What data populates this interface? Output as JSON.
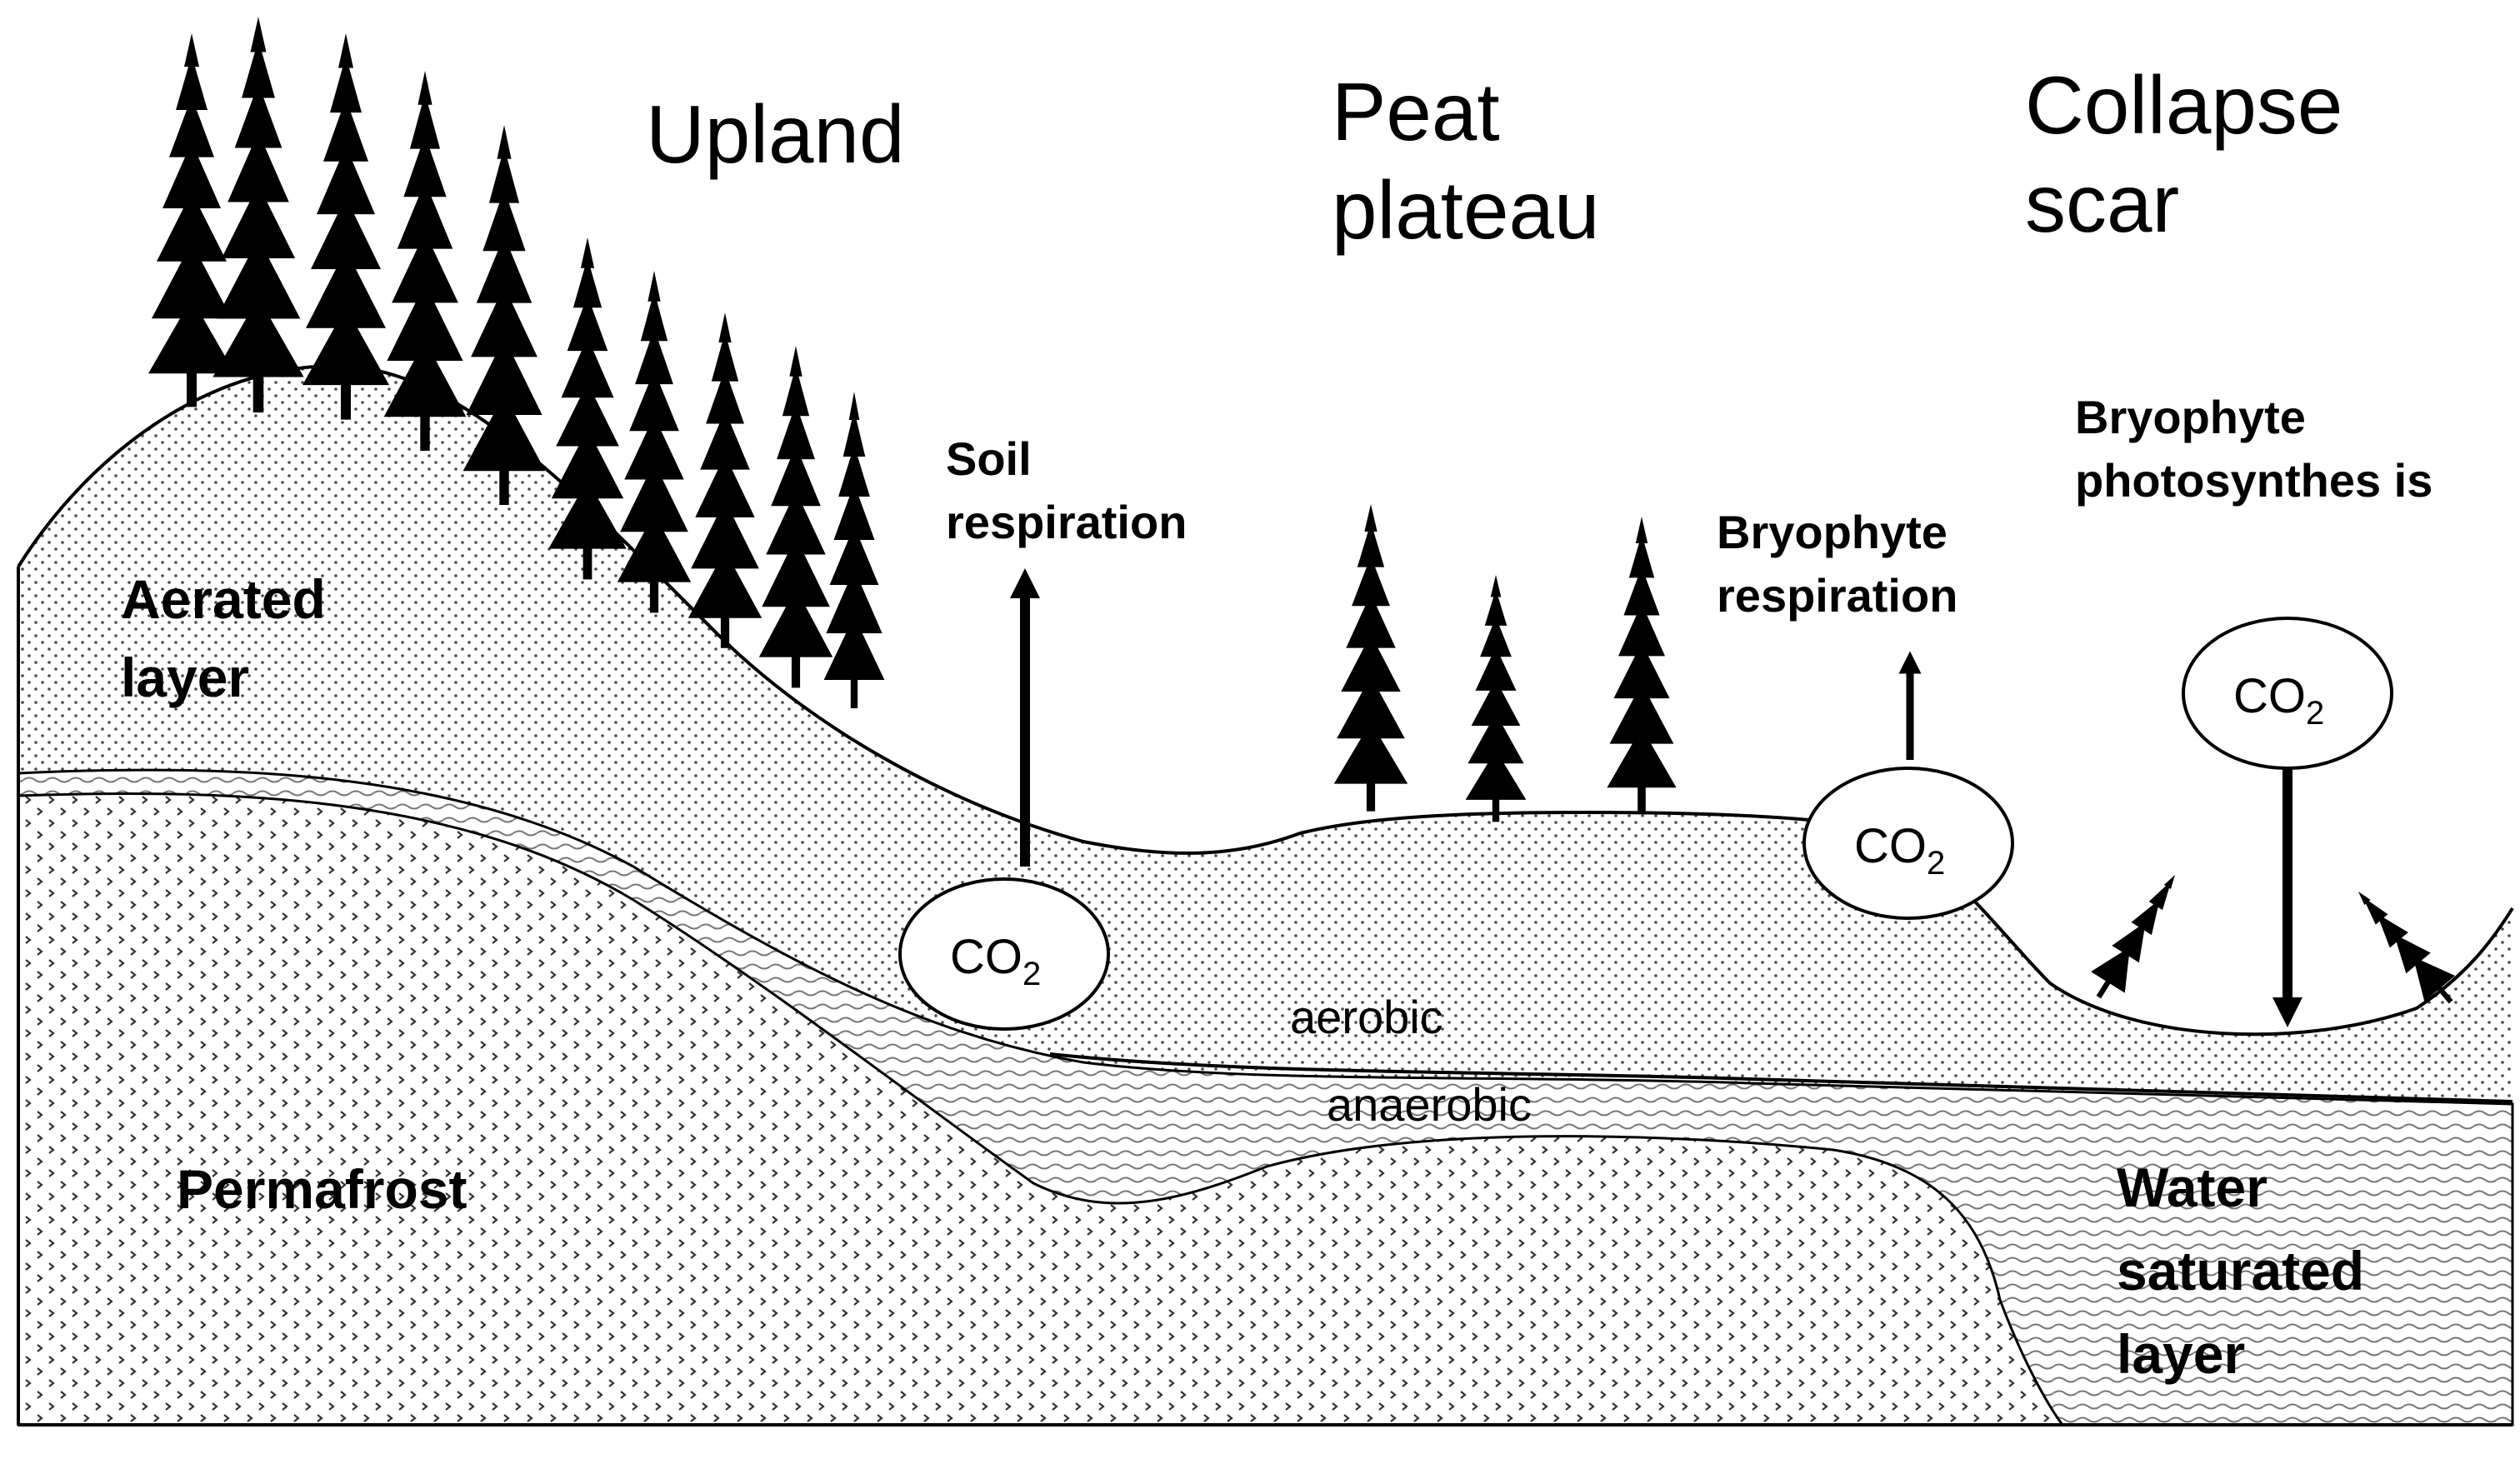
{
  "zones": {
    "upland": "Upland",
    "peat_plateau": [
      "Peat",
      "plateau"
    ],
    "collapse_scar": [
      "Collapse",
      "scar"
    ]
  },
  "layers": {
    "aerated": [
      "Aerated",
      "layer"
    ],
    "permafrost": "Permafrost",
    "water_saturated": [
      "Water",
      "saturated",
      "layer"
    ],
    "aerobic": "aerobic",
    "anaerobic": "anaerobic"
  },
  "fluxes": {
    "soil_respiration": [
      "Soil",
      "respiration"
    ],
    "bryophyte_respiration": [
      "Bryophyte",
      "respiration"
    ],
    "bryophyte_photosynthesis": [
      "Bryophyte",
      "photosynthes is"
    ]
  },
  "co2": {
    "main": "CO",
    "subscript": "2"
  },
  "colors": {
    "ink": "#000000",
    "paper": "#ffffff",
    "aerated_dot": "#4a4a4a",
    "wave": "#777777",
    "permafrost_mark": "#333333"
  }
}
